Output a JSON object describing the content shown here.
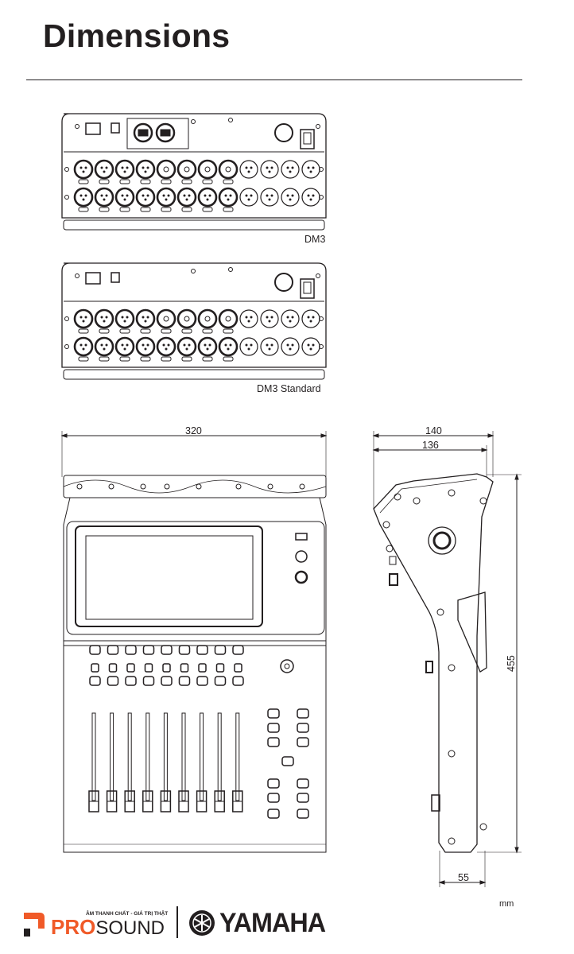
{
  "page": {
    "title": "Dimensions",
    "unit": "mm"
  },
  "figures": {
    "rear_dm3": {
      "label": "DM3",
      "row1": [
        "xlr",
        "xlr",
        "xlr",
        "xlr",
        "combo",
        "combo",
        "combo",
        "combo",
        "xlrm",
        "xlrm",
        "xlrm",
        "xlrm"
      ],
      "row2": [
        "xlr",
        "xlr",
        "xlr",
        "xlr",
        "xlr",
        "xlr",
        "xlr",
        "xlr",
        "xlrm",
        "xlrm",
        "xlrm",
        "xlrm"
      ],
      "has_dante": true
    },
    "rear_dm3_standard": {
      "label": "DM3 Standard",
      "row1": [
        "xlr",
        "xlr",
        "xlr",
        "xlr",
        "combo",
        "combo",
        "combo",
        "combo",
        "xlrm",
        "xlrm",
        "xlrm",
        "xlrm"
      ],
      "row2": [
        "xlr",
        "xlr",
        "xlr",
        "xlr",
        "xlr",
        "xlr",
        "xlr",
        "xlr",
        "xlrm",
        "xlrm",
        "xlrm",
        "xlrm"
      ],
      "has_dante": false
    },
    "front": {
      "width_label": "320",
      "fader_count": 9
    },
    "side": {
      "depth_label": "140",
      "depth_inner_label": "136",
      "height_label": "455",
      "foot_label": "55"
    }
  },
  "footer": {
    "brand_tagline": "ÂM THANH CHẤT - GIÁ TRỊ THẬT",
    "brand_pro": "PRO",
    "brand_sound": "SOUND",
    "partner": "YAMAHA",
    "colors": {
      "prosound_orange": "#f05a28",
      "ink": "#231f20"
    }
  }
}
